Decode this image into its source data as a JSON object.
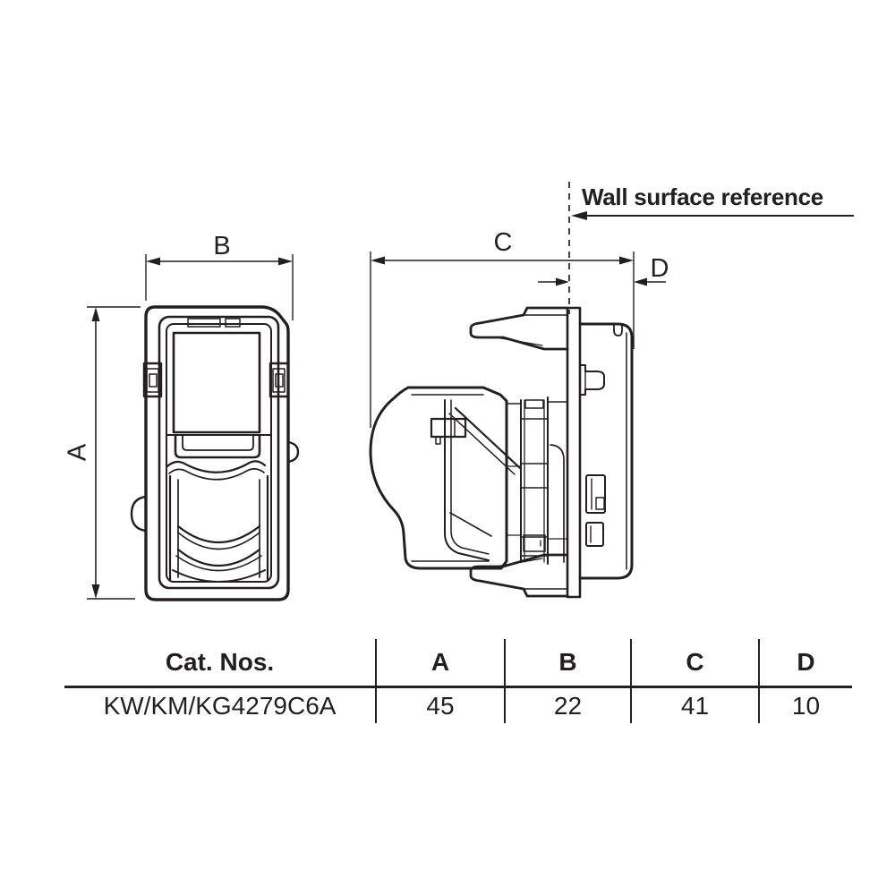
{
  "annotations": {
    "wall_surface_reference": "Wall surface reference",
    "dim_a": "A",
    "dim_b": "B",
    "dim_c": "C",
    "dim_d": "D"
  },
  "table": {
    "columns": [
      "Cat. Nos.",
      "A",
      "B",
      "C",
      "D"
    ],
    "row": {
      "cat_no": "KW/KM/KG4279C6A",
      "a": "45",
      "b": "22",
      "c": "41",
      "d": "10"
    }
  },
  "colors": {
    "line": "#231f20",
    "background": "#ffffff"
  }
}
